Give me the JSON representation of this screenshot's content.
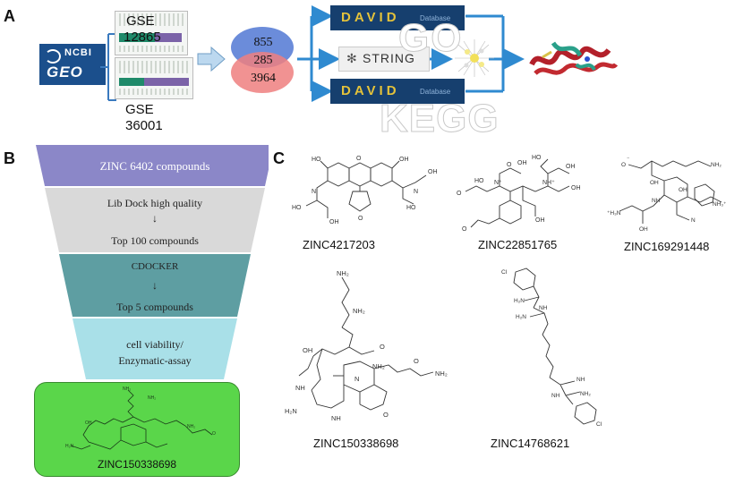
{
  "panels": {
    "a": "A",
    "b": "B",
    "c": "C"
  },
  "panel_a": {
    "ncbi_logo": "NCBI",
    "geo_logo": "GEO",
    "dataset1": {
      "line1": "GSE",
      "line2": "12865"
    },
    "dataset2": {
      "line1": "GSE",
      "line2": "36001"
    },
    "venn": {
      "top": "855",
      "middle": "285",
      "bottom": "3964"
    },
    "david": "DAVID",
    "david_sub": "Database",
    "string": "STRING",
    "go": "GO",
    "kegg": "KEGG"
  },
  "panel_b": {
    "steps": [
      {
        "text": "ZINC 6402 compounds"
      },
      {
        "text": "Lib Dock high quality"
      },
      {
        "text": "Top 100 compounds"
      },
      {
        "text": "CDOCKER"
      },
      {
        "text": "Top 5 compounds"
      },
      {
        "text": "cell viability/"
      },
      {
        "text": "Enzymatic-assay"
      }
    ],
    "arrow": "↓",
    "final_compound": "ZINC150338698"
  },
  "panel_c": {
    "compounds": [
      "ZINC4217203",
      "ZINC22851765",
      "ZINC169291448",
      "ZINC150338698",
      "ZINC14768621"
    ]
  }
}
